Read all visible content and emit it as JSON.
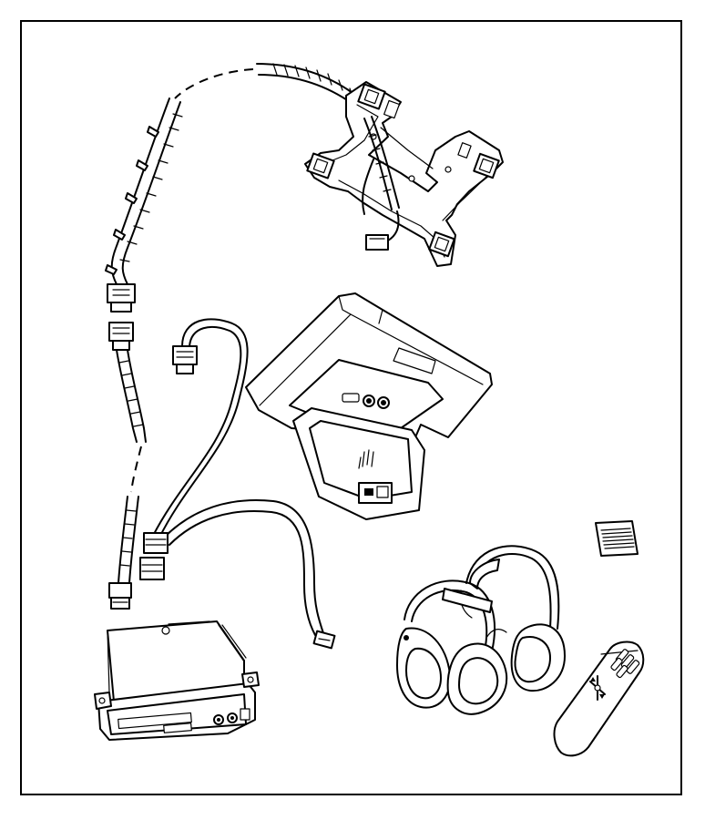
{
  "diagram": {
    "components": [
      {
        "id": "overhead-wiring-harness",
        "kind": "wiring harness with clips"
      },
      {
        "id": "mounting-bracket",
        "kind": "overhead mounting bracket"
      },
      {
        "id": "jumper-harness",
        "kind": "connector jumper"
      },
      {
        "id": "y-wiring-harness",
        "kind": "video wiring harness"
      },
      {
        "id": "overhead-video-screen",
        "kind": "flip-down display console"
      },
      {
        "id": "dvd-player",
        "kind": "dvd player unit"
      },
      {
        "id": "wireless-headphones",
        "kind": "headphones pair"
      },
      {
        "id": "remote-control",
        "kind": "remote control"
      },
      {
        "id": "instruction-card",
        "kind": "label card"
      }
    ],
    "colors": {
      "line": "#000000",
      "background": "#ffffff"
    }
  }
}
